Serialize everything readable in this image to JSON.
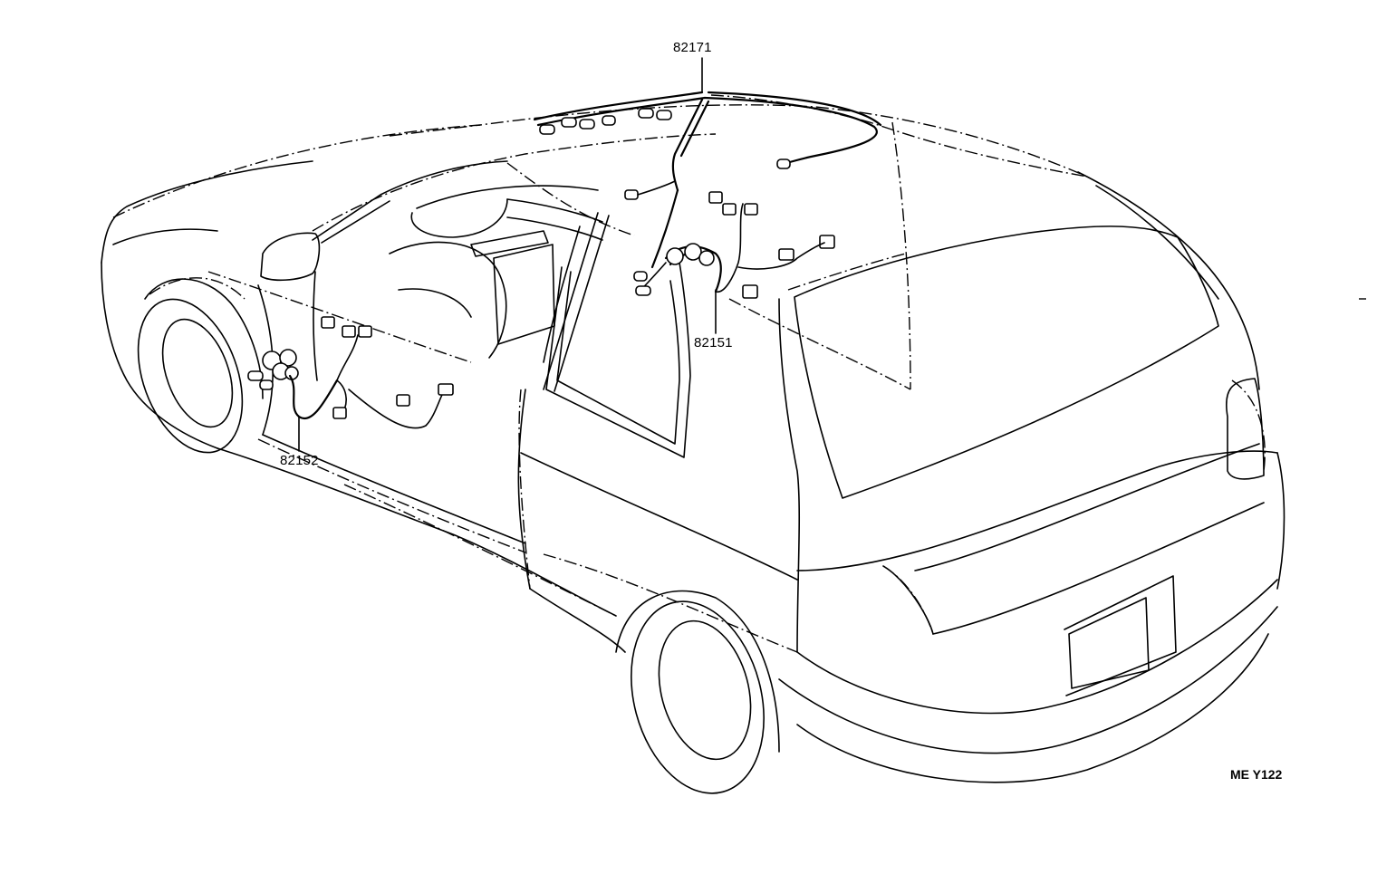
{
  "parts": [
    {
      "id": "roof-harness",
      "label": "82171"
    },
    {
      "id": "rear-door-harness",
      "label": "82151"
    },
    {
      "id": "front-door-harness",
      "label": "82152"
    }
  ],
  "figure_code": "ME Y122",
  "ink_color": "#000000",
  "paper_color": "#ffffff"
}
